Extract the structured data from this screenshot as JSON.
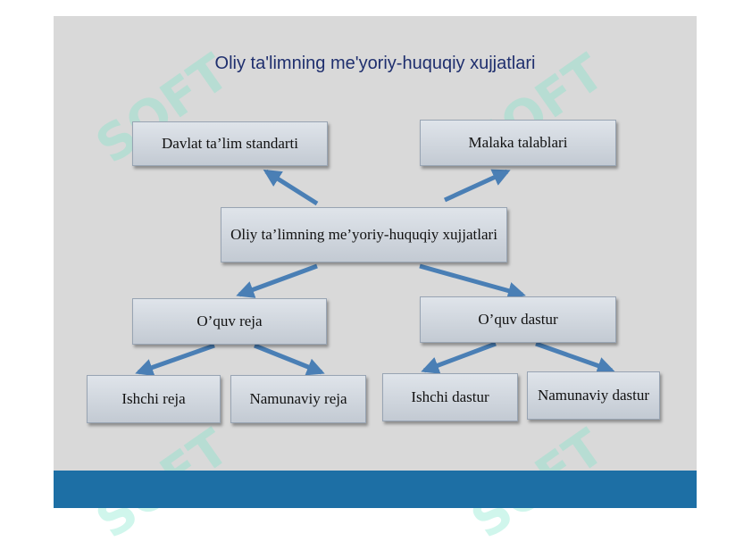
{
  "title": "Oliy ta'limning me'yoriy-huquqiy xujjatlari",
  "nodes": {
    "root": "Oliy ta’limning me’yoriy-huquqiy xujjatlari",
    "standard": "Davlat ta’lim standarti",
    "qualification": "Malaka talablari",
    "curriculum": "O’quv reja",
    "program": "O’quv dastur",
    "work_curriculum": "Ishchi reja",
    "model_curriculum": "Namunaviy reja",
    "work_program": "Ishchi dastur",
    "model_program": "Namunaviy dastur"
  },
  "colors": {
    "arrow": "#4a7fb5",
    "footer": "#1d6fa5",
    "title": "#1f2f6e"
  }
}
